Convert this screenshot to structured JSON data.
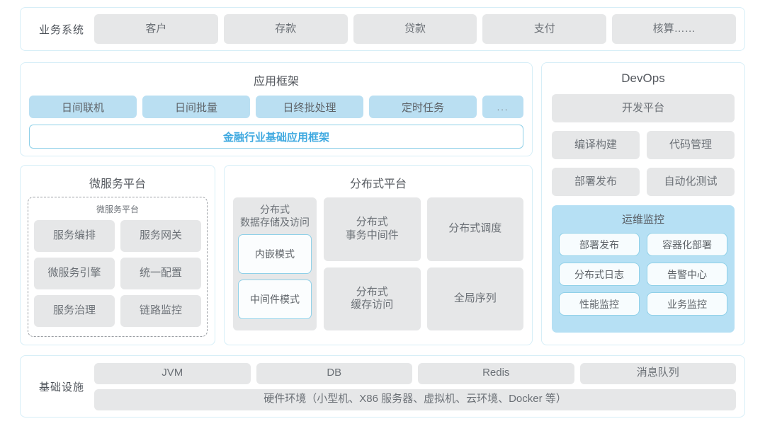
{
  "business": {
    "label": "业务系统",
    "items": [
      "客户",
      "存款",
      "贷款",
      "支付",
      "核算……"
    ]
  },
  "app_framework": {
    "title": "应用框架",
    "chips": [
      "日间联机",
      "日间批量",
      "日终批处理",
      "定时任务"
    ],
    "more": "...",
    "band": "金融行业基础应用框架"
  },
  "microservice": {
    "title": "微服务平台",
    "inner_title": "微服务平台",
    "items": [
      "服务编排",
      "服务网关",
      "微服务引擎",
      "统一配置",
      "服务治理",
      "链路监控"
    ]
  },
  "distributed": {
    "title": "分布式平台",
    "storage": {
      "caption": "分布式\n数据存储及访问",
      "caption_line1": "分布式",
      "caption_line2": "数据存储及访问",
      "modes": [
        "内嵌模式",
        "中间件模式"
      ]
    },
    "cells": [
      {
        "line1": "分布式",
        "line2": "事务中间件"
      },
      {
        "line1": "分布式调度",
        "line2": ""
      },
      {
        "line1": "分布式",
        "line2": "缓存访问"
      },
      {
        "line1": "全局序列",
        "line2": ""
      }
    ]
  },
  "devops": {
    "title": "DevOps",
    "platform": "开发平台",
    "items": [
      "编译构建",
      "代码管理",
      "部署发布",
      "自动化测试"
    ],
    "ops": {
      "title": "运维监控",
      "items": [
        "部署发布",
        "容器化部署",
        "分布式日志",
        "告警中心",
        "性能监控",
        "业务监控"
      ]
    }
  },
  "infrastructure": {
    "label": "基础设施",
    "items": [
      "JVM",
      "DB",
      "Redis",
      "消息队列"
    ],
    "hardware": "硬件环境（小型机、X86 服务器、虚拟机、云环境、Docker 等）"
  },
  "colors": {
    "panel_border": "#d6eef7",
    "chip_gray": "#e6e7e8",
    "chip_blue": "#badff2",
    "accent_blue": "#3fa9e0",
    "ops_bg": "#b6e0f4"
  }
}
